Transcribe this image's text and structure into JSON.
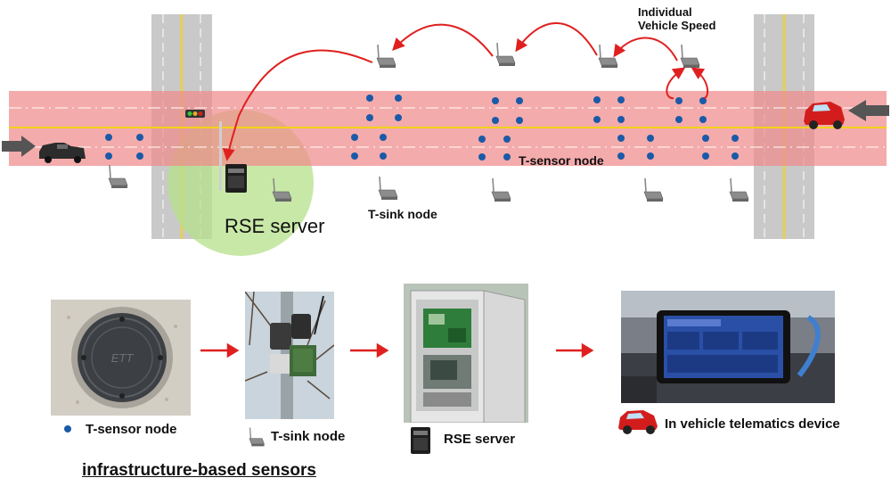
{
  "top": {
    "vehicle_speed_label_1": "Individual",
    "vehicle_speed_label_2": "Vehicle Speed",
    "t_sensor_label": "T-sensor node",
    "t_sink_label": "T-sink node",
    "rse_server_label": "RSE server"
  },
  "bottom": {
    "t_sensor_caption": "T-sensor node",
    "t_sink_caption": "T-sink node",
    "rse_caption": "RSE server",
    "telematics_caption": "In vehicle telematics device",
    "infra_caption": "infrastructure-based sensors",
    "lid_logo": "ETT"
  },
  "colors": {
    "road_band": "#f4a6a6",
    "arrow_red": "#e02020",
    "sensor_dot": "#1a5aa8",
    "rse_circle": "#b6e08a",
    "center_line": "#f2d21a",
    "intersection": "#c9c9c9"
  }
}
